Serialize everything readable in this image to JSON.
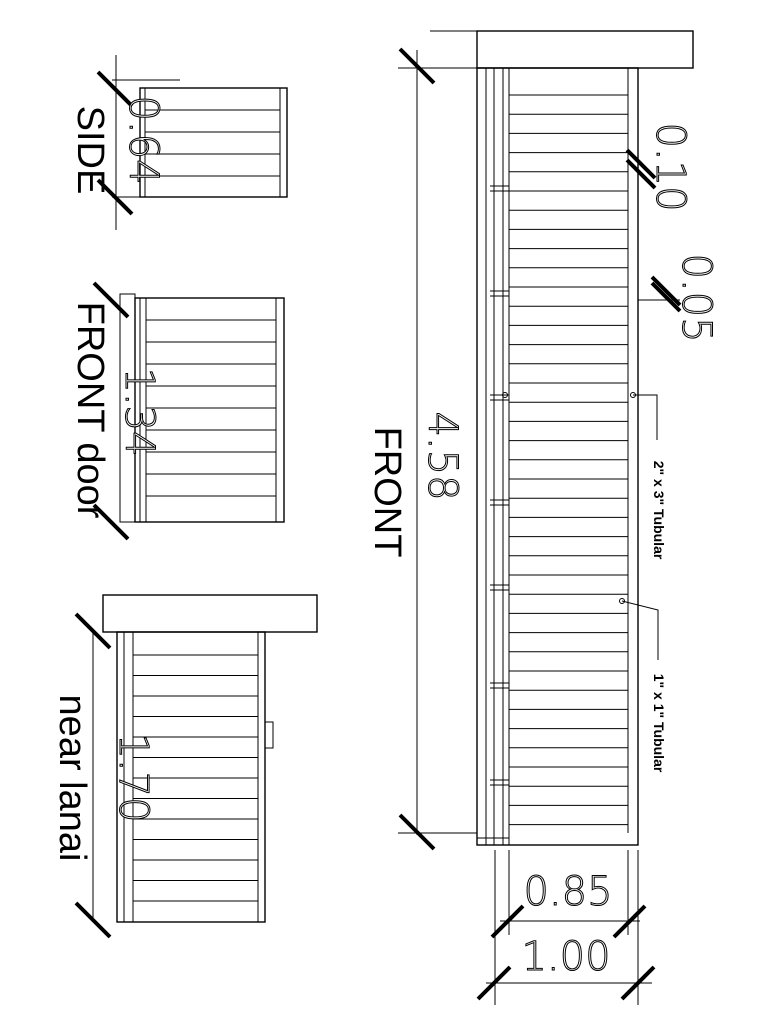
{
  "views": {
    "front": {
      "title": "FRONT",
      "length": "4.58",
      "post_spacing": "0.10",
      "rail_gap": "0.05",
      "height_inner": "0.85",
      "height_outer": "1.00"
    },
    "side": {
      "title": "SIDE",
      "length": "0.64"
    },
    "front_door": {
      "title": "FRONT door",
      "length": "1.34"
    },
    "near_lanai": {
      "title": "near lanai",
      "length": "1.70"
    }
  },
  "notes": {
    "post": "2\" x 3\" Tubular",
    "picket": "1\" x 1\" Tubular"
  }
}
